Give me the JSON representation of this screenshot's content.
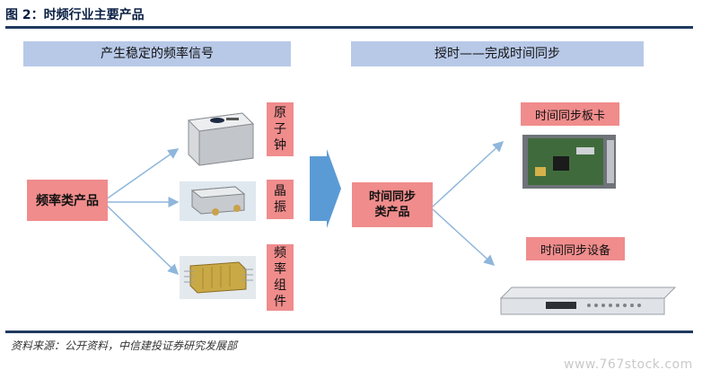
{
  "figure": {
    "title": "图 2：时频行业主要产品"
  },
  "left_banner": "产生稳定的频率信号",
  "right_banner": "授时——完成时间同步",
  "freq_products": "频率类产品",
  "time_sync_products": "时间同步\n类产品",
  "freq_items": [
    {
      "label": "原\n子\n钟",
      "image": "atomic-clock-module"
    },
    {
      "label": "晶\n振",
      "image": "crystal-oscillator"
    },
    {
      "label": "频\n率\n组\n件",
      "image": "frequency-component"
    }
  ],
  "sync_items": [
    {
      "label": "时间同步板卡",
      "image": "sync-circuit-board"
    },
    {
      "label": "时间同步设备",
      "image": "rack-sync-device"
    }
  ],
  "source_note": "资料来源：公开资料，中信建投证券研究发展部",
  "watermark": "www.767stock.com",
  "colors": {
    "banner": "#b8c9e8",
    "label": "#f08c8c",
    "arrow": "#8fb6dc",
    "big_arrow": "#5b9bd5",
    "rule": "#1f3a5f"
  }
}
